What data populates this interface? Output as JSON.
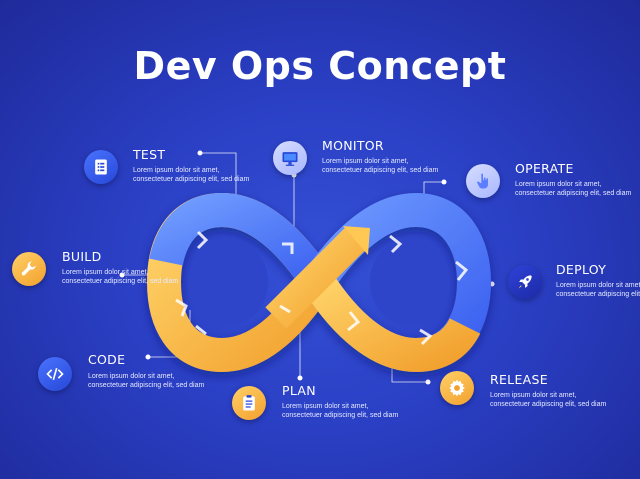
{
  "title": "Dev Ops Concept",
  "colors": {
    "background": "#2a3fc4",
    "loop_blue": "#4d7bff",
    "loop_orange": "#f5b13c",
    "text": "#ffffff"
  },
  "stages": [
    {
      "label": "TEST",
      "icon": "checklist-icon",
      "description": "Lorem ipsum dolor sit amet, consectetuer adipiscing elit, sed diam"
    },
    {
      "label": "MONITOR",
      "icon": "monitor-icon",
      "description": "Lorem ipsum dolor sit amet, consectetuer adipiscing elit, sed diam"
    },
    {
      "label": "OPERATE",
      "icon": "hand-pointer-icon",
      "description": "Lorem ipsum dolor sit amet, consectetuer adipiscing elit, sed diam"
    },
    {
      "label": "BUILD",
      "icon": "wrench-icon",
      "description": "Lorem ipsum dolor sit amet, consectetuer adipiscing elit, sed diam"
    },
    {
      "label": "DEPLOY",
      "icon": "rocket-icon",
      "description": "Lorem ipsum dolor sit amet, consectetuer adipiscing elit, sed diam"
    },
    {
      "label": "CODE",
      "icon": "code-brackets-icon",
      "description": "Lorem ipsum dolor sit amet, consectetuer adipiscing elit, sed diam"
    },
    {
      "label": "PLAN",
      "icon": "clipboard-icon",
      "description": "Lorem ipsum dolor sit amet, consectetuer adipiscing elit, sed diam"
    },
    {
      "label": "RELEASE",
      "icon": "gear-icon",
      "description": "Lorem ipsum dolor sit amet, consectetuer adipiscing elit, sed diam"
    }
  ]
}
